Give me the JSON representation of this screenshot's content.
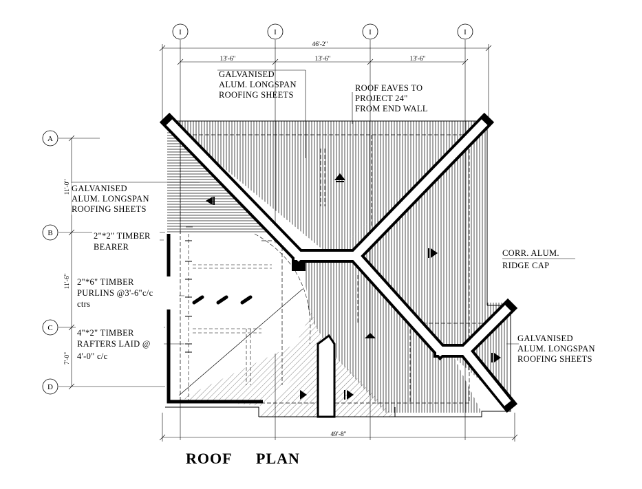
{
  "title": {
    "word1": "ROOF",
    "word2": "PLAN"
  },
  "grid_columns": [
    "I",
    "I",
    "I",
    "I"
  ],
  "grid_rows": [
    "A",
    "B",
    "C",
    "D"
  ],
  "dimensions": {
    "top_overall": "46'-2\"",
    "top_bay_1": "13'-6\"",
    "top_bay_2": "13'-6\"",
    "top_bay_3": "13'-6\"",
    "bottom_overall": "49'-8\"",
    "left_ab": "11'-0\"",
    "left_bc": "11'-6\"",
    "left_cd": "7'-0\""
  },
  "annotations": {
    "top_sheets": [
      "GALVANISED",
      "ALUM. LONGSPAN",
      "ROOFING SHEETS"
    ],
    "eaves": [
      "ROOF EAVES TO",
      "PROJECT 24\"",
      "FROM END WALL"
    ],
    "left_sheets": [
      "GALVANISED",
      "ALUM. LONGSPAN",
      "ROOFING SHEETS"
    ],
    "bearer": [
      "2\"*2\" TIMBER",
      "BEARER"
    ],
    "purlins": [
      "2\"*6\" TIMBER",
      "PURLINS @3'-6\"c/c",
      "ctrs"
    ],
    "rafters": [
      "4\"*2\" TIMBER",
      "RAFTERS LAID @",
      "4'-0\"  c/c"
    ],
    "ridge_cap": [
      "CORR. ALUM.",
      "RIDGE CAP"
    ],
    "right_sheets": [
      "GALVANISED",
      "ALUM. LONGSPAN",
      "ROOFING SHEETS"
    ]
  }
}
